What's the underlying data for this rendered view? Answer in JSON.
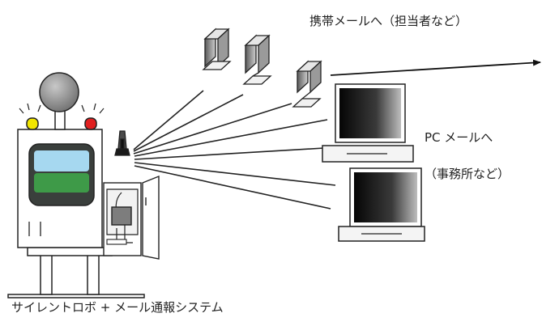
{
  "labels": {
    "mobile_mail": "携帯メールへ（担当者など）",
    "pc_mail_line1": "PC メールへ",
    "pc_mail_line2": "（事務所など）",
    "system_caption": "サイレントロボ + メール通報システム"
  },
  "colors": {
    "stroke": "#222222",
    "lamp_yellow": "#f2e600",
    "lamp_red": "#e02020",
    "screen_blue": "#a6d8f0",
    "screen_green": "#3e9a48",
    "screen_dark": "#3a3f3c",
    "globe_gray": "#8a8a8a",
    "device_gray": "#7d7d7d"
  },
  "icons": [
    "alarm-robot-unit",
    "antenna-icon",
    "mobile-phone-icon",
    "pc-monitor-icon"
  ]
}
